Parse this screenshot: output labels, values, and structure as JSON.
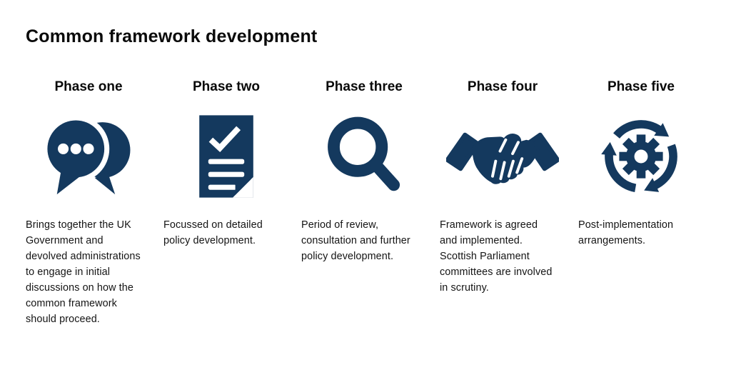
{
  "colors": {
    "icon_navy": "#14395e",
    "text_dark": "#141414",
    "page_bg": "#ffffff"
  },
  "title": "Common framework development",
  "phases": [
    {
      "label": "Phase one",
      "icon": "chat-bubbles-icon",
      "description": "Brings together the UK\nGovernment and\ndevolved administrations\nto engage in initial\ndiscussions on how the\ncommon framework\nshould proceed."
    },
    {
      "label": "Phase two",
      "icon": "document-checklist-icon",
      "description": "Focussed on detailed\npolicy development."
    },
    {
      "label": "Phase three",
      "icon": "magnifying-glass-icon",
      "description": "Period of review,\nconsultation and further\npolicy development."
    },
    {
      "label": "Phase four",
      "icon": "handshake-icon",
      "description": "Framework is agreed\nand implemented.\nScottish Parliament\ncommittees are involved\nin scrutiny."
    },
    {
      "label": "Phase five",
      "icon": "gear-cycle-icon",
      "description": "Post-implementation\narrangements."
    }
  ]
}
